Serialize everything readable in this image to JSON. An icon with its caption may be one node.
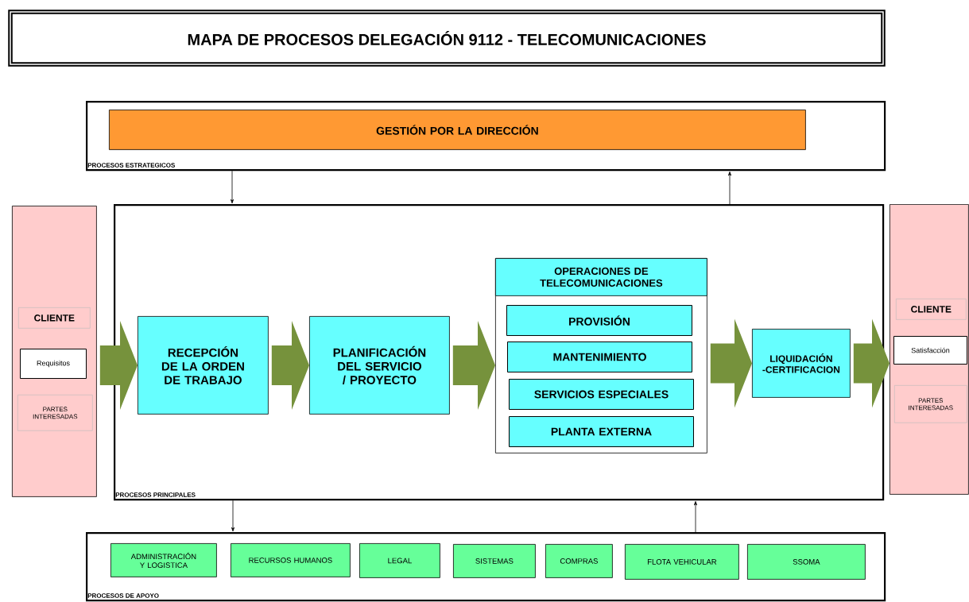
{
  "diagram": {
    "title": "MAPA DE PROCESOS DELEGACIÓN 9112 - TELECOMUNICACIONES",
    "nodes": [
      {
        "text": [
          "PROCESOS ESTRATEGICOS"
        ]
      },
      {
        "text": [
          "GESTIÓN POR LA DIRECCIÓN"
        ],
        "in": 0
      },
      {
        "text": [],
        "shape": "box"
      },
      {
        "text": [
          "CLIENTE"
        ],
        "in": 2
      },
      {
        "text": [
          "Requisitos"
        ],
        "in": 2
      },
      {
        "text": [
          "PARTES INTERESADAS"
        ],
        "in": 2
      },
      {
        "text": [
          "PROCESOS PRINCIPALES"
        ]
      },
      {
        "text": [
          "RECEPCIÓN DE LA ORDEN DE TRABAJO"
        ],
        "in": 6
      },
      {
        "text": [
          "PLANIFICACIÓN DEL SERVICIO / PROYECTO"
        ],
        "in": 6
      },
      {
        "text": [
          "OPERACIONES DE TELECOMUNICACIONES"
        ],
        "in": 6
      },
      {
        "text": [
          "PROVISIÓN"
        ],
        "in": 9
      },
      {
        "text": [
          "MANTENIMIENTO"
        ],
        "in": 9
      },
      {
        "text": [
          "SERVICIOS ESPECIALES"
        ],
        "in": 9
      },
      {
        "text": [
          "PLANTA EXTERNA"
        ],
        "in": 9
      },
      {
        "text": [
          "LIQUIDACIÓN -CERTIFICACION"
        ],
        "in": 6
      },
      {
        "text": [],
        "shape": "box"
      },
      {
        "text": [
          "CLIENTE"
        ],
        "in": 15
      },
      {
        "text": [
          "Satisfacción"
        ],
        "in": 15
      },
      {
        "text": [
          "PARTES INTERESADAS"
        ],
        "in": 15
      },
      {
        "text": [
          "PROCESOS  DE APOYO"
        ]
      },
      {
        "text": [
          "ADMINISTRACIÓN Y LOGISTICA"
        ],
        "in": 19
      },
      {
        "text": [
          "RECURSOS HUMANOS"
        ],
        "in": 19
      },
      {
        "text": [
          "LEGAL"
        ],
        "in": 19
      },
      {
        "text": [
          "SISTEMAS"
        ],
        "in": 19
      },
      {
        "text": [
          "COMPRAS"
        ],
        "in": 19
      },
      {
        "text": [
          "FLOTA VEHICULAR"
        ],
        "in": 19
      },
      {
        "text": [
          "SSOMA"
        ],
        "in": 19
      }
    ],
    "edges": [
      {
        "from": 0,
        "to": 6,
        "arrow": "to",
        "color": "#000000"
      },
      {
        "from": 6,
        "to": 0,
        "arrow": "to",
        "color": "#000000"
      },
      {
        "from": 2,
        "to": 7,
        "arrow": "to",
        "style": "thick",
        "color": "#76923c"
      },
      {
        "from": 7,
        "to": 8,
        "arrow": "to",
        "style": "thick",
        "color": "#76923c"
      },
      {
        "from": 8,
        "to": 9,
        "arrow": "to",
        "style": "thick",
        "color": "#76923c"
      },
      {
        "from": 9,
        "to": 14,
        "arrow": "to",
        "style": "thick",
        "color": "#76923c"
      },
      {
        "from": 14,
        "to": 15,
        "arrow": "to",
        "style": "thick",
        "color": "#76923c"
      },
      {
        "from": 6,
        "to": 19,
        "arrow": "to",
        "color": "#000000"
      },
      {
        "from": 19,
        "to": 6,
        "arrow": "to",
        "color": "#000000"
      }
    ]
  }
}
